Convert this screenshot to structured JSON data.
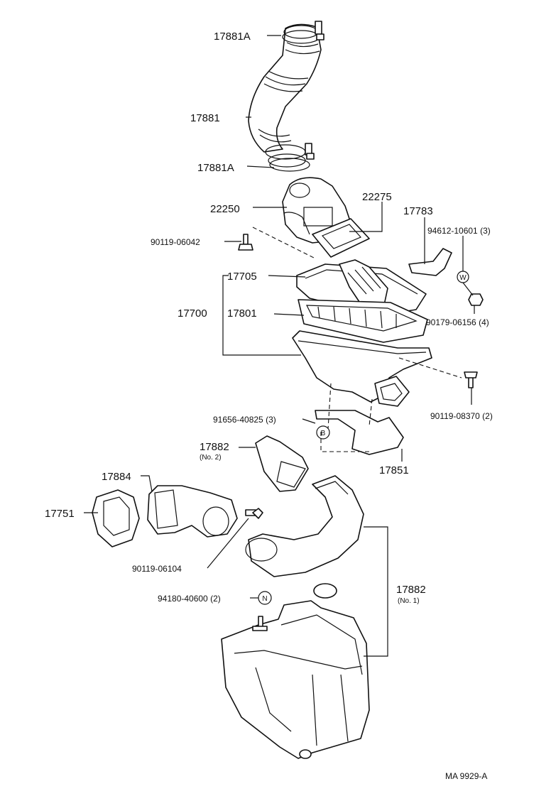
{
  "labels": {
    "p17881A_top": "17881A",
    "p17881": "17881",
    "p17881A_bot": "17881A",
    "p22250": "22250",
    "p22275": "22275",
    "p17783": "17783",
    "p90119_06042": "90119-06042",
    "p94612": "94612-10601 (3)",
    "p17705": "17705",
    "p17700": "17700",
    "p17801": "17801",
    "p90179": "90179-06156 (4)",
    "p90119_08370": "90119-08370 (2)",
    "p91656": "91656-40825 (3)",
    "p17882_no2": "17882",
    "p17882_no2_sub": "(No. 2)",
    "p17851": "17851",
    "p17884": "17884",
    "p17751": "17751",
    "p90119_06104": "90119-06104",
    "p94180": "94180-40600 (2)",
    "p17882_no1": "17882",
    "p17882_no1_sub": "(No. 1)",
    "marker_w": "W",
    "marker_b": "B",
    "marker_n": "N",
    "drawing_code": "MA 9929-A"
  }
}
